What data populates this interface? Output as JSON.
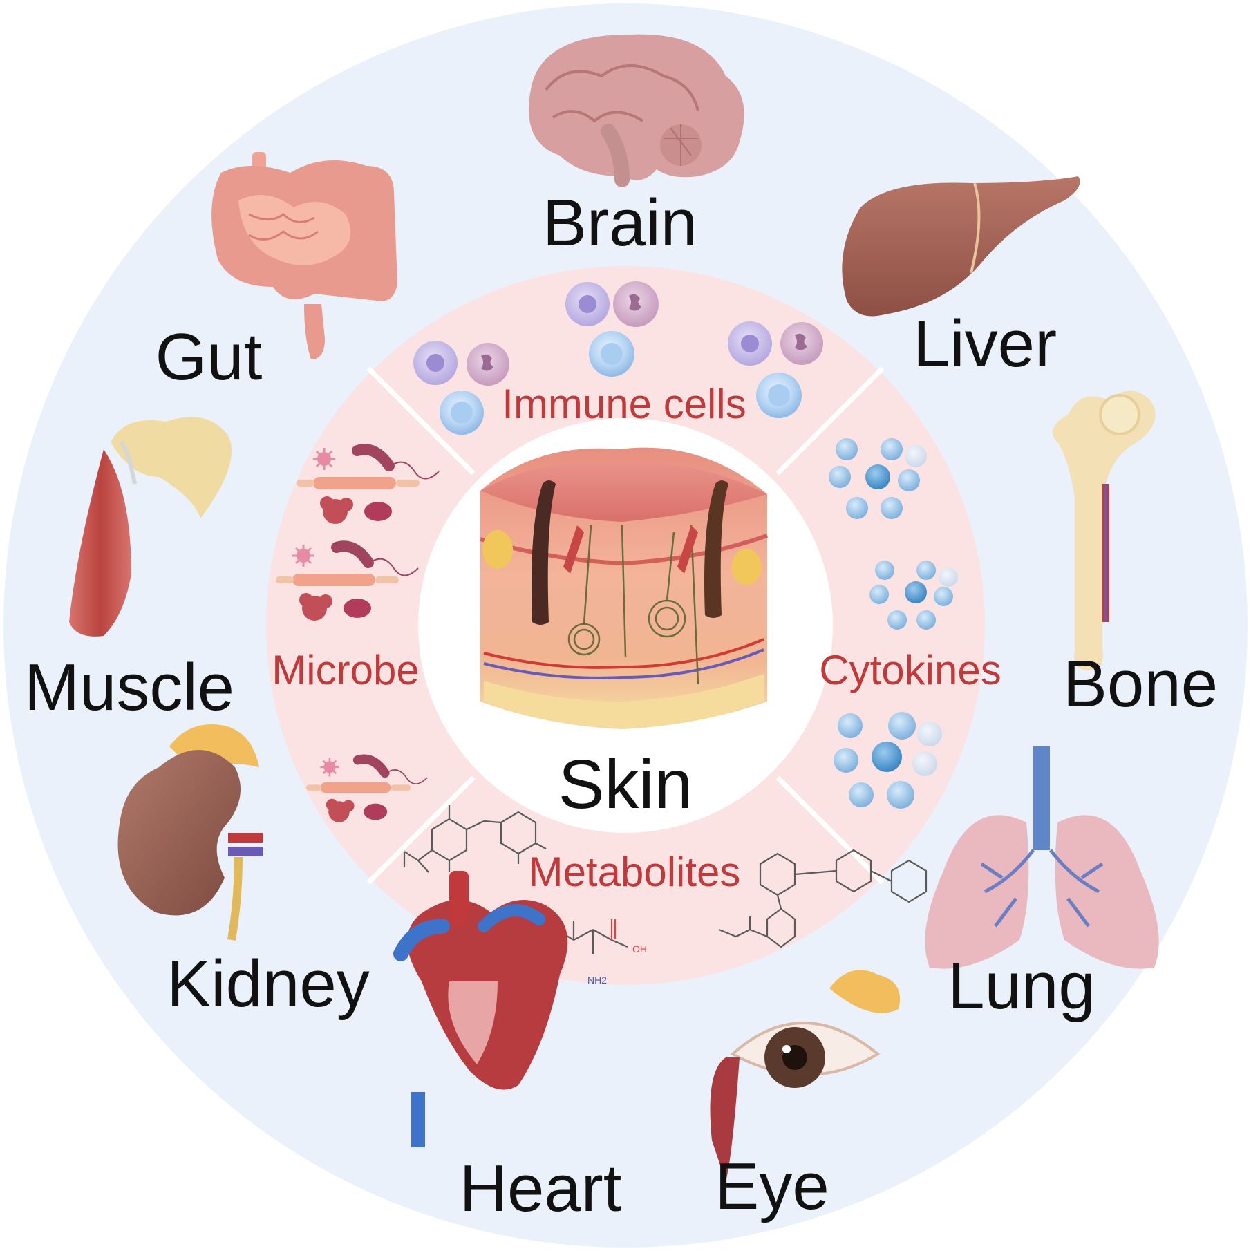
{
  "center": {
    "label": "Skin"
  },
  "factors": {
    "immune_cells": "Immune cells",
    "microbe": "Microbe",
    "cytokines": "Cytokines",
    "metabolites": "Metabolites"
  },
  "organs": {
    "brain": "Brain",
    "liver": "Liver",
    "gut": "Gut",
    "bone": "Bone",
    "muscle": "Muscle",
    "lung": "Lung",
    "kidney": "Kidney",
    "heart": "Heart",
    "eye": "Eye"
  },
  "chem_labels": {
    "oh": "OH",
    "nh2": "NH2"
  },
  "colors": {
    "outer_ring": "#eaf1fa",
    "inner_ring": "#fbe3e3",
    "center_disc": "#ffffff",
    "factor_text": "#c0393b",
    "organ_text": "#111111"
  }
}
